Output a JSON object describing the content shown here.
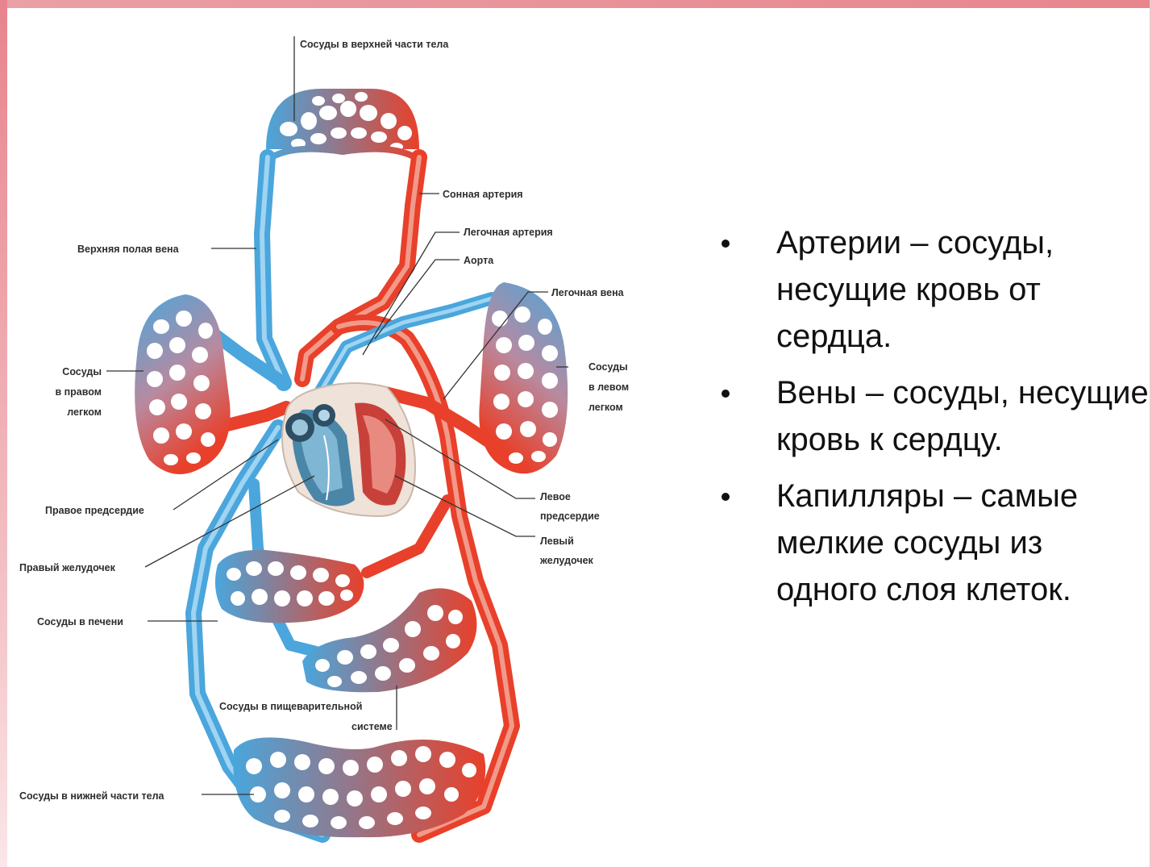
{
  "colors": {
    "artery": "#e8402a",
    "vein": "#4aa6dc",
    "frame": "#e8858d",
    "text": "#111111"
  },
  "diagram": {
    "labels": {
      "upper_body": "Сосуды в верхней части тела",
      "carotid": "Сонная артерия",
      "pulmonary_artery": "Легочная артерия",
      "aorta": "Аорта",
      "pulmonary_vein": "Легочная вена",
      "superior_vena_cava": "Верхняя полая вена",
      "right_lung_1": "Сосуды",
      "right_lung_2": "в правом",
      "right_lung_3": "легком",
      "left_lung_1": "Сосуды",
      "left_lung_2": "в левом",
      "left_lung_3": "легком",
      "right_atrium": "Правое предсердие",
      "left_atrium_1": "Левое",
      "left_atrium_2": "предсердие",
      "left_ventricle_1": "Левый",
      "left_ventricle_2": "желудочек",
      "right_ventricle": "Правый желудочек",
      "liver": "Сосуды в печени",
      "digestive_1": "Сосуды в пищеварительной",
      "digestive_2": "системе",
      "lower_body": "Сосуды в нижней части тела"
    }
  },
  "bullets": [
    "Артерии – сосуды, несущие кровь от сердца.",
    "Вены – сосуды, несущие кровь к сердцу.",
    "Капилляры – самые мелкие сосуды из одного слоя клеток."
  ]
}
